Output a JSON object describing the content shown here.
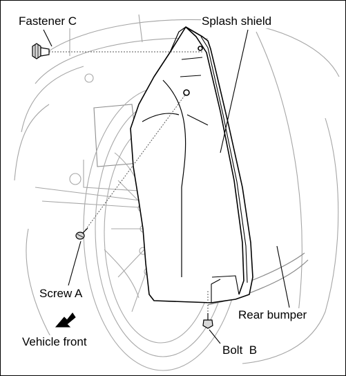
{
  "labels": {
    "fastener_c": "Fastener C",
    "splash_shield": "Splash shield",
    "screw_a": "Screw A",
    "rear_bumper": "Rear bumper",
    "bolt_b": "Bolt  B",
    "vehicle_front": "Vehicle front"
  },
  "icons": {
    "direction_arrow": "arrow-down-left-icon"
  },
  "colors": {
    "line": "#000000",
    "light_line": "#9a9a9a",
    "shield_fill": "#ffffff",
    "shadow": "#c8c8c8"
  }
}
